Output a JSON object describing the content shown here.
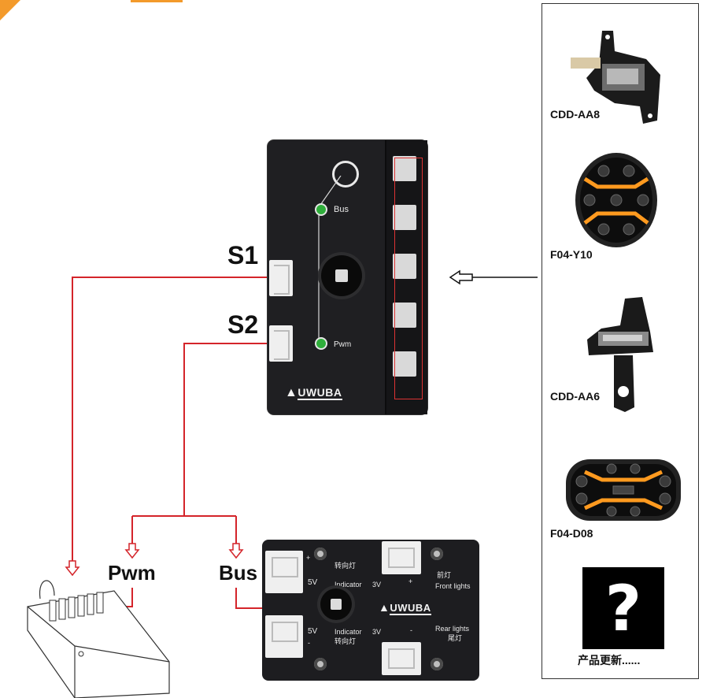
{
  "labels": {
    "s1": "S1",
    "s2": "S2",
    "pwm": "Pwm",
    "bus": "Bus"
  },
  "main_module": {
    "bus_label": "Bus",
    "pwm_label": "Pwm",
    "brand": "UWUBA"
  },
  "hub_module": {
    "brand": "UWUBA",
    "top_turn_cn": "转向灯",
    "top_indicator": "Indicator",
    "top_voltage": "3V",
    "top_5v": "5V",
    "front_cn": "前灯",
    "front_en": "Front lights",
    "rear_en": "Rear lights",
    "rear_cn": "尾灯",
    "bottom_indicator": "Indicator",
    "bottom_voltage": "3V",
    "bottom_turn_cn": "转向灯",
    "bottom_5v": "5V",
    "plus": "+",
    "minus": "-"
  },
  "products": [
    {
      "name": "CDD-AA8"
    },
    {
      "name": "F04-Y10"
    },
    {
      "name": "CDD-AA6"
    },
    {
      "name": "F04-D08"
    }
  ],
  "update_text": "产品更新......",
  "question_mark": "?",
  "colors": {
    "wire": "#d4242a",
    "accent": "#f39a2b",
    "amber": "#ff9a1f"
  }
}
